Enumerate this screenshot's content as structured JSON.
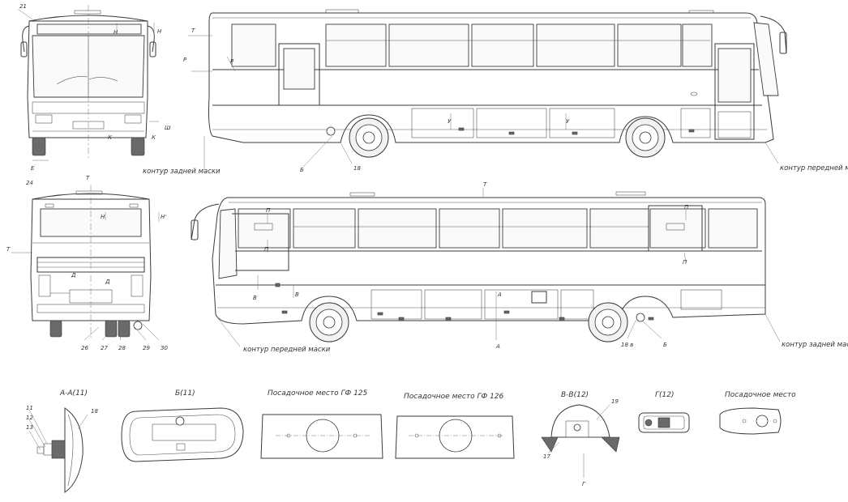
{
  "labels": {
    "front_top": "21",
    "front_h": "Н",
    "front_h2": "Н",
    "front_sh": "Ш",
    "front_k": "К",
    "front_e": "Е",
    "front_k2": "К",
    "side_t": "Т",
    "side_r": "Р",
    "side_r2": "Р",
    "side_u": "У",
    "side_u2": "У",
    "side_b": "Б",
    "side_18": "18",
    "rear_24": "24",
    "rear_t": "Т",
    "rear_t_left": "Т",
    "rear_h": "Н",
    "rear_h2": "Н'",
    "rear_d": "Д",
    "rear_d2": "Д",
    "rear_26": "26",
    "rear_27": "27",
    "rear_28": "28",
    "rear_29": "29",
    "rear_30": "30",
    "left_t": "Т",
    "left_p1": "П",
    "left_p2": "П",
    "left_p3": "П",
    "left_p4": "П",
    "left_v": "В",
    "left_v2": "В",
    "left_a": "А",
    "left_a2": "А",
    "left_b": "Б",
    "left_18": "18 в",
    "det_11": "11",
    "det_12": "12",
    "det_13": "13",
    "det_18": "18",
    "det_19": "19",
    "det_17": "17",
    "det_g": "Г"
  },
  "captions": {
    "rear_mask_top": "контур задней маски",
    "front_mask_top": "контур передней маски",
    "front_mask_bottom": "контур передней маски",
    "rear_mask_bottom": "контур задней маски"
  },
  "details": {
    "aa": "А-А(11)",
    "b": "Б(11)",
    "gf125": "Посадочное место ГФ 125",
    "gf126": "Посадочное место ГФ 126",
    "vv": "В-В(12)",
    "g": "Г(12)",
    "seat": "Посадочное место"
  },
  "colors": {
    "line": "#3a3a3a",
    "paper": "#ffffff"
  }
}
